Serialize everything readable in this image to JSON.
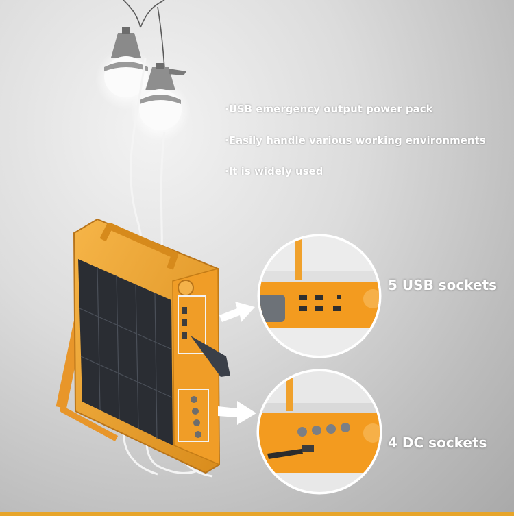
{
  "features": [
    "·USB emergency output power pack",
    "·Easily handle various working environments",
    "·It is widely used"
  ],
  "callouts": {
    "usb": "5 USB sockets",
    "dc": "4 DC sockets"
  },
  "colors": {
    "case_orange": "#f0a330",
    "panel_dark": "#2a2d33",
    "text": "#ffffff",
    "background": "#c9c9c9"
  }
}
